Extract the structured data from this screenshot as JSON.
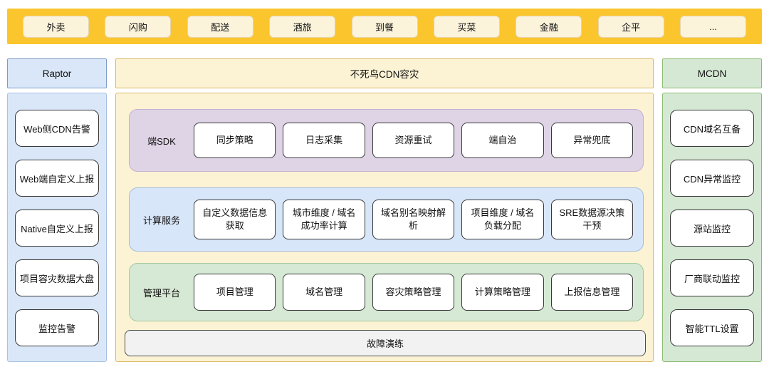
{
  "top_bar": {
    "items": [
      "外卖",
      "闪购",
      "配送",
      "酒旅",
      "到餐",
      "买菜",
      "金融",
      "企平",
      "..."
    ]
  },
  "columns": {
    "left": {
      "title": "Raptor",
      "items": [
        "Web侧CDN告警",
        "Web端自定义上报",
        "Native自定义上报",
        "项目容灾数据大盘",
        "监控告警"
      ]
    },
    "middle": {
      "title": "不死鸟CDN容灾",
      "rows": [
        {
          "label": "端SDK",
          "items": [
            "同步策略",
            "日志采集",
            "资源重试",
            "端自治",
            "异常兜底"
          ]
        },
        {
          "label": "计算服务",
          "items": [
            "自定义数据信息获取",
            "城市维度 / 域名成功率计算",
            "域名别名映射解析",
            "项目维度 / 域名负载分配",
            "SRE数据源决策干预"
          ]
        },
        {
          "label": "管理平台",
          "items": [
            "项目管理",
            "域名管理",
            "容灾策略管理",
            "计算策略管理",
            "上报信息管理"
          ]
        }
      ],
      "footer": "故障演练"
    },
    "right": {
      "title": "MCDN",
      "items": [
        "CDN域名互备",
        "CDN异常监控",
        "源站监控",
        "厂商联动监控",
        "智能TTL设置"
      ]
    }
  },
  "colors": {
    "bar_yellow": "#FBC52D",
    "bar_item_bg": "#FCF3DB",
    "yellow_bg": "#FCF2D4",
    "yellow_border": "#D8BA66",
    "blue_bg": "#D9E7F8",
    "blue_border": "#7E9CC9",
    "green_bg": "#D5E8D4",
    "green_border": "#8CBB72",
    "purple_bg": "#DFD4E6",
    "row_blue_bg": "#D8E6F9",
    "row_green_bg": "#D6E9D4",
    "gray_bg": "#F2F2F2",
    "box_border": "#383838"
  }
}
